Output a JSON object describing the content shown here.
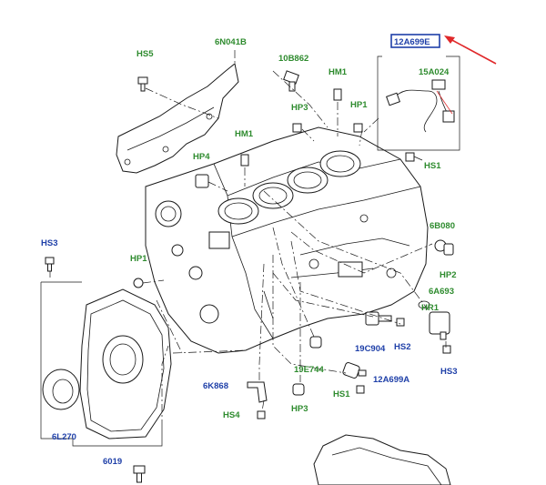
{
  "labels": {
    "hs5": "HS5",
    "n6n041b": "6N041B",
    "n10b862": "10B862",
    "hm1_top": "HM1",
    "hp3_top": "HP3",
    "hp1_top": "HP1",
    "hm1_mid": "HM1",
    "hp4": "HP4",
    "n12a699e": "12A699E",
    "n15a024": "15A024",
    "hs1_top": "HS1",
    "n6b080": "6B080",
    "hp2": "HP2",
    "n6a693": "6A693",
    "hr1": "HR1",
    "hs3_left": "HS3",
    "hp1_left": "HP1",
    "n19c904": "19C904",
    "hs2": "HS2",
    "hs3_right": "HS3",
    "n19e744": "19E744",
    "n12a699a": "12A699A",
    "n6k868": "6K868",
    "hs1_bottom": "HS1",
    "hs4": "HS4",
    "hp3_bottom": "HP3",
    "n6l270": "6L270",
    "n6019": "6019"
  },
  "colors": {
    "label_green": "#2e8b2e",
    "label_blue": "#1e3fa8",
    "highlight_border": "#1e3fa8",
    "arrow_red": "#e0282a"
  }
}
